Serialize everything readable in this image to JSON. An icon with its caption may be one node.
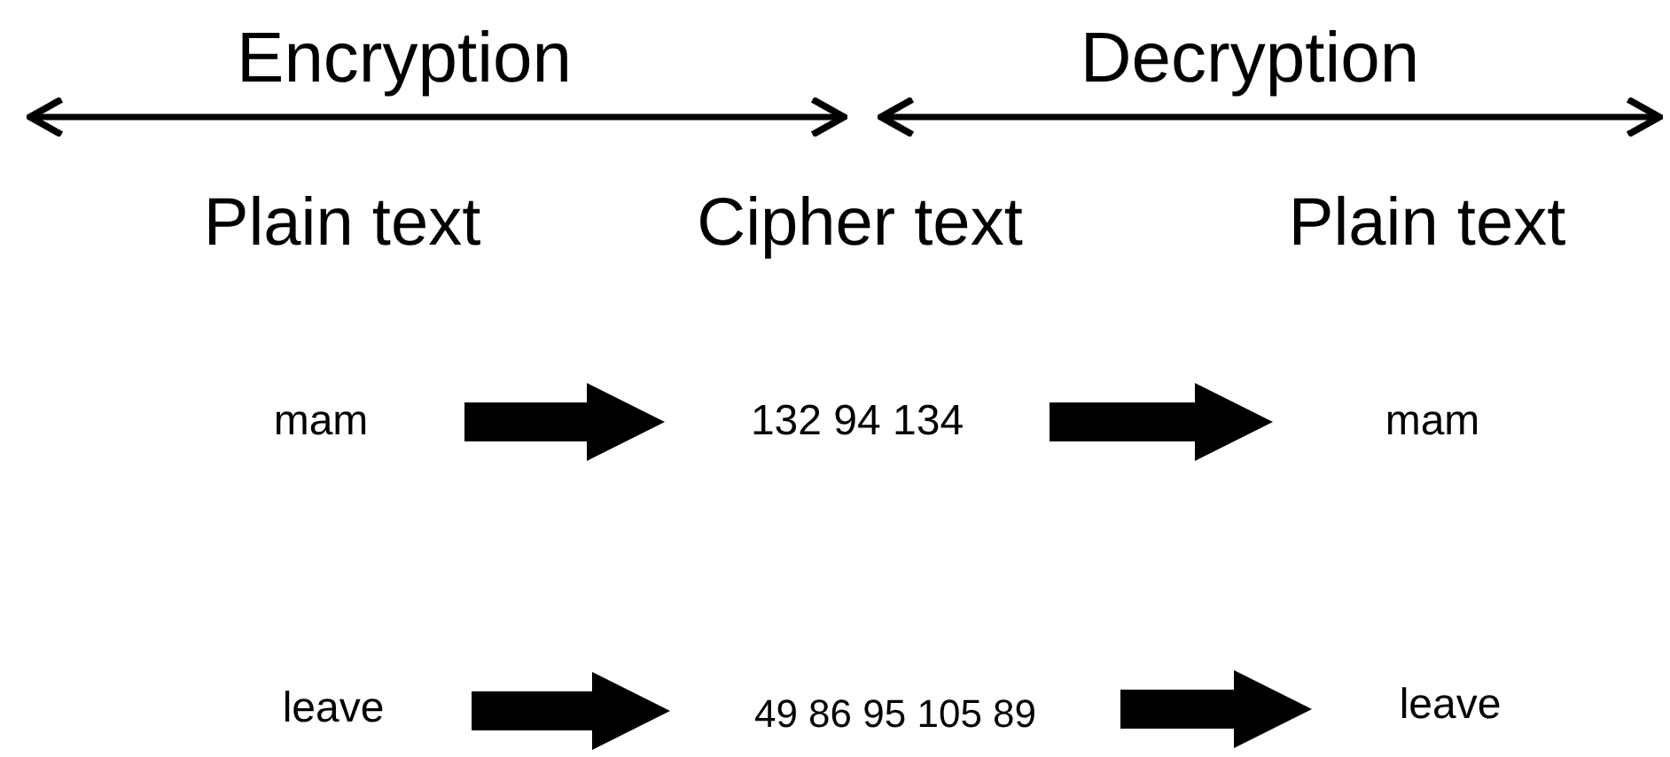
{
  "diagram": {
    "nodes": [
      {
        "text": [
          "mam"
        ]
      },
      {
        "text": [
          "132 94 134"
        ]
      },
      {
        "text": [
          "mam"
        ]
      },
      {
        "text": [
          "leave"
        ]
      },
      {
        "text": [
          "49 86 95 105 89"
        ]
      },
      {
        "text": [
          "leave"
        ]
      }
    ],
    "edges": [
      {
        "from": 0,
        "to": 1,
        "arrow": "to",
        "style": "thick"
      },
      {
        "from": 1,
        "to": 2,
        "arrow": "to",
        "style": "thick"
      },
      {
        "from": 3,
        "to": 4,
        "arrow": "to",
        "style": "thick"
      },
      {
        "from": 4,
        "to": 5,
        "arrow": "to",
        "style": "thick"
      }
    ],
    "labels": [
      "Encryption",
      "Decryption",
      "Plain text",
      "Cipher text",
      "Plain text"
    ]
  }
}
